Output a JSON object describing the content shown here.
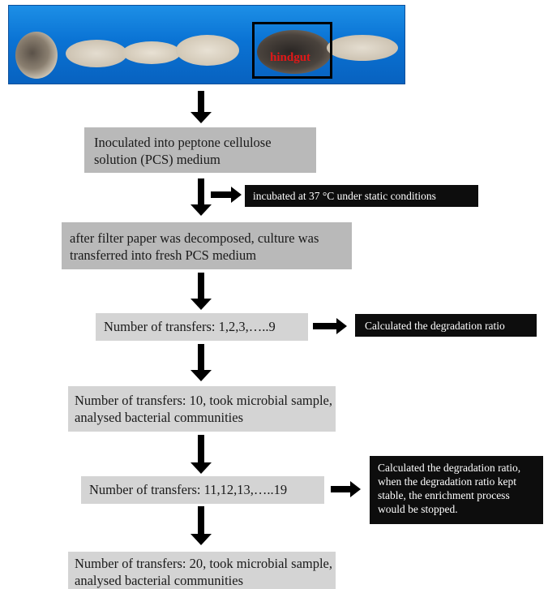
{
  "photo": {
    "hindgut_label": "hindgut"
  },
  "steps": [
    "Inoculated into peptone cellulose solution (PCS) medium",
    "after filter paper was decomposed, culture was transferred into fresh PCS medium",
    "Number of transfers: 1,2,3,…..9",
    "Number of transfers: 10, took microbial sample, analysed bacterial communities",
    "Number of transfers: 11,12,13,…..19",
    "Number of transfers: 20, took microbial sample, analysed bacterial communities"
  ],
  "notes": [
    "incubated at 37 °C under static conditions",
    "Calculated the degradation ratio",
    "Calculated the degradation ratio, when the degradation ratio kept stable, the  enrichment process would be stopped."
  ],
  "colors": {
    "photo_background": "#0a73d4",
    "box_dark": "#b9b9b9",
    "box_light": "#d4d4d4",
    "note_background": "#0d0d0d",
    "hindgut_label": "#e01818"
  }
}
